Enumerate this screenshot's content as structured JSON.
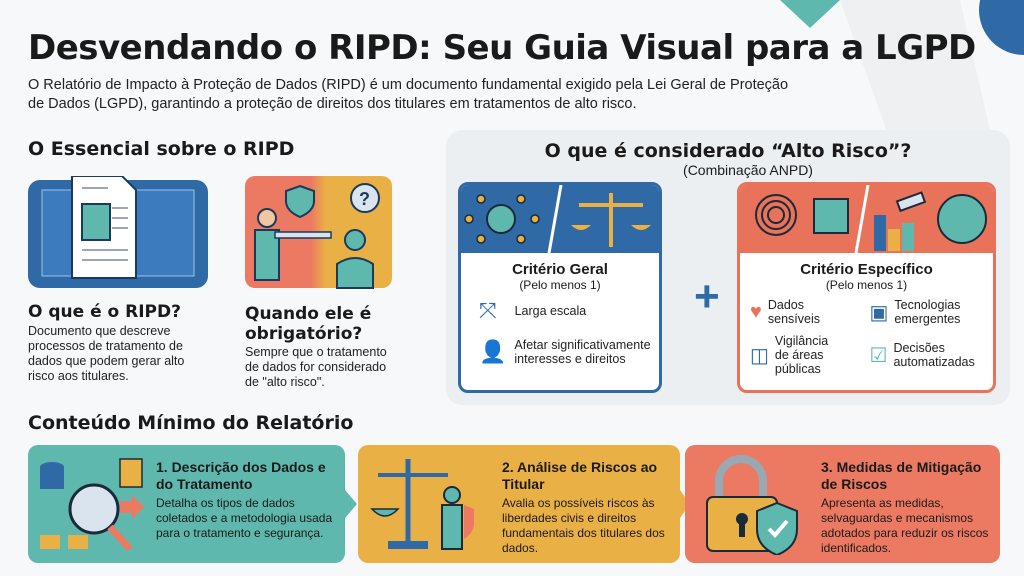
{
  "title": "Desvendando o RIPD: Seu Guia Visual para a LGPD",
  "subtitle": "O Relatório de Impacto à Proteção de Dados (RIPD) é um documento fundamental exigido pela Lei Geral de Proteção de Dados (LGPD), garantindo a proteção de direitos dos titulares em tratamentos de alto risco.",
  "essential": {
    "heading": "O Essencial sobre o RIPD",
    "what": {
      "title": "O que é o RIPD?",
      "text": "Documento que descreve processos de tratamento de dados que podem gerar alto risco aos titulares."
    },
    "when": {
      "title": "Quando ele é obrigatório?",
      "text": "Sempre que o tratamento de dados for considerado de \"alto risco\"."
    }
  },
  "risk": {
    "heading": "O que é considerado “Alto Risco”?",
    "subheading": "(Combinação ANPD)",
    "general": {
      "title": "Critério Geral",
      "note": "(Pelo menos 1)",
      "items": [
        "Larga escala",
        "Afetar significativamente interesses e direitos"
      ]
    },
    "plus": "+",
    "specific": {
      "title": "Critério Específico",
      "note": "(Pelo menos 1)",
      "items": [
        "Dados sensíveis",
        "Tecnologias emergentes",
        "Vigilância de áreas públicas",
        "Decisões automatizadas"
      ]
    }
  },
  "content": {
    "heading": "Conteúdo Mínimo do Relatório",
    "steps": [
      {
        "title": "1. Descrição dos Dados e do Tratamento",
        "text": "Detalha os tipos de dados coletados e a metodologia usada para o tratamento e segurança."
      },
      {
        "title": "2. Análise de Riscos ao Titular",
        "text": "Avalia os possíveis riscos às liberdades civis e direitos fundamentais dos titulares dos dados."
      },
      {
        "title": "3. Medidas de Mitigação de Riscos",
        "text": "Apresenta as medidas, selvaguardas e mecanismos adotados para reduzir os riscos identificados."
      }
    ]
  },
  "colors": {
    "blue": "#2f6aa6",
    "teal": "#5fb8ad",
    "yellow": "#e9b045",
    "coral": "#ec7a62",
    "orange": "#e8735a"
  }
}
